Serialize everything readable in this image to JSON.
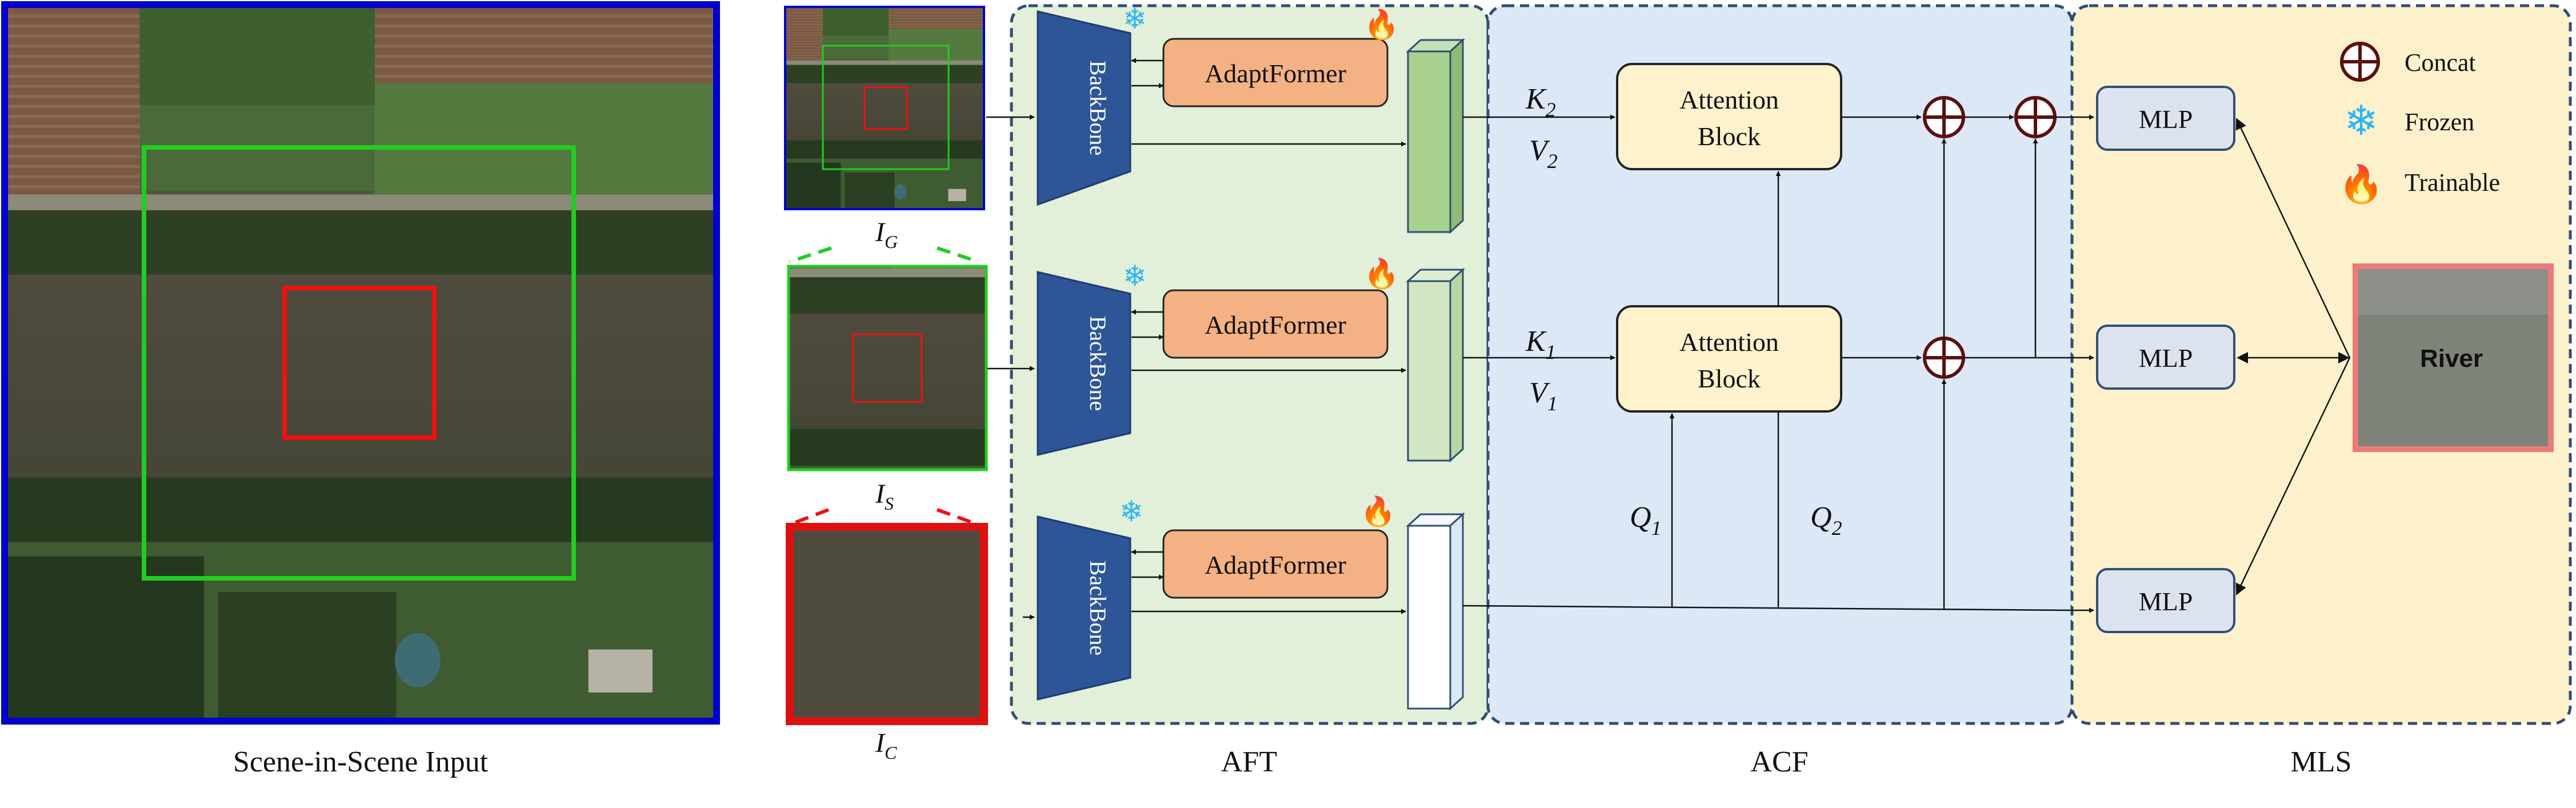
{
  "inputs": {
    "scene_caption": "Scene-in-Scene Input",
    "global_label": "I",
    "global_sub": "G",
    "scene_label": "I",
    "scene_sub": "S",
    "center_label": "I",
    "center_sub": "C"
  },
  "modules": {
    "aft_caption": "AFT",
    "acf_caption": "ACF",
    "mls_caption": "MLS",
    "backbone_label": "BackBone",
    "adaptformer_label": "AdaptFormer",
    "attention_line1": "Attention",
    "attention_line2": "Block",
    "mlp_label": "MLP",
    "output_label": "River"
  },
  "math": {
    "k2": "K",
    "k2_sub": "2",
    "v2": "V",
    "v2_sub": "2",
    "k1": "K",
    "k1_sub": "1",
    "v1": "V",
    "v1_sub": "1",
    "q1": "Q",
    "q1_sub": "1",
    "q2": "Q",
    "q2_sub": "2"
  },
  "legend": {
    "concat": "Concat",
    "frozen": "Frozen",
    "trainable": "Trainable"
  },
  "colors": {
    "aft_bg": "#e2efd9",
    "acf_bg": "#dce8f6",
    "mls_bg": "#fdf1cc",
    "backbone": "#2e5597",
    "adaptformer": "#f4b183",
    "attention": "#fff2cc",
    "mlp": "#dde3ee",
    "concat": "#5b0f0f",
    "frozen": "#29b6f6",
    "trainable": "#e53935",
    "global_border": "#0000cc",
    "scene_border": "#22bb22",
    "center_border": "#dd1111",
    "output_border": "#ea7b7b"
  }
}
